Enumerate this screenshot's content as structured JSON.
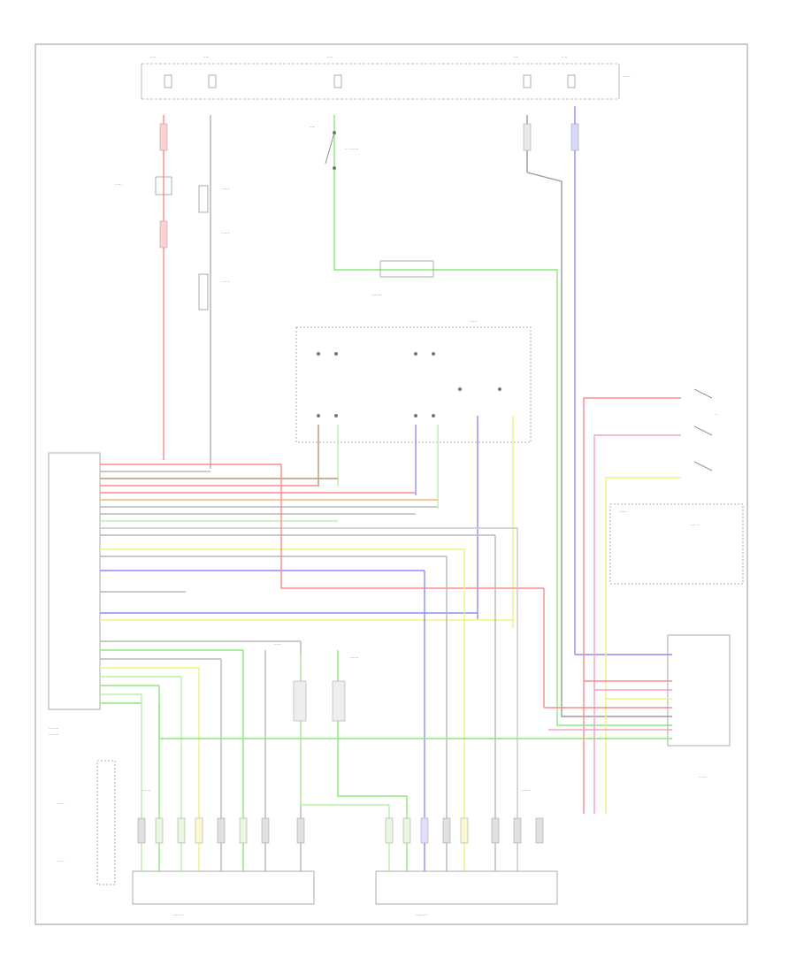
{
  "footer_code": "",
  "colors": {
    "red": "#ff8a8a",
    "violet": "#c88cff",
    "blue": "#8c8cff",
    "green": "#8ce87a",
    "lightgreen": "#b8f0a8",
    "yellow": "#f2f27a",
    "gray": "#8c8c8c",
    "lightgray": "#b8b8b8",
    "brown": "#b59a6a",
    "orange": "#f0b878",
    "pink": "#f5a0c8"
  },
  "components": [
    {
      "id": "main-control-module",
      "label": ""
    },
    {
      "id": "right-seat-control-module",
      "label": ""
    },
    {
      "id": "left-seat-control-module",
      "label": ""
    },
    {
      "id": "center-connector-block",
      "label": ""
    },
    {
      "id": "power-seat-control-switch",
      "label": ""
    },
    {
      "id": "right-seat-connector",
      "label": ""
    },
    {
      "id": "left-seat-connector",
      "label": ""
    }
  ]
}
